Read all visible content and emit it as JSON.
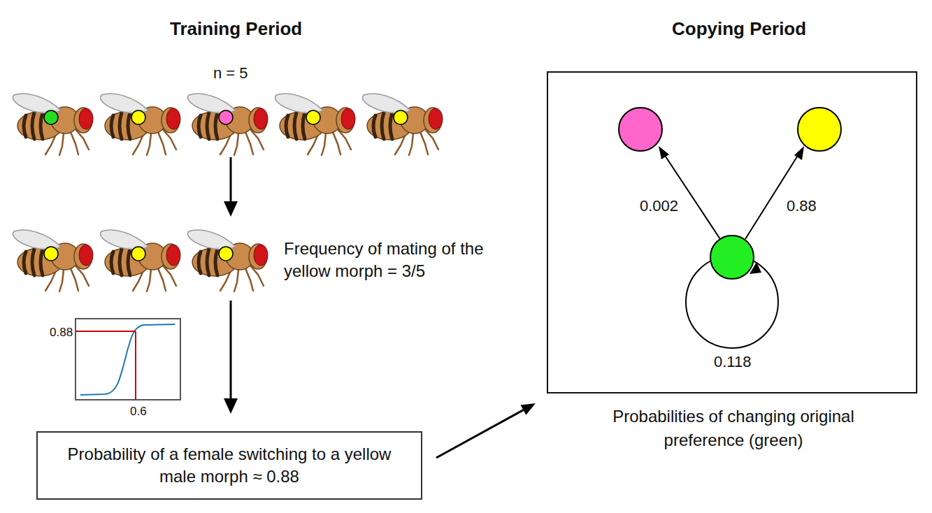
{
  "diagram": {
    "nodes": [
      {
        "text": [
          "Probability of a female switching to a yellow male morph ≈ 0.88"
        ]
      },
      {
        "text": [
          "Probabilities of changing original preference (green)"
        ]
      }
    ],
    "edges": [
      {
        "from": 0,
        "to": 1,
        "arrow": "to"
      }
    ],
    "labels": [
      "Training Period",
      "Copying Period",
      "n = 5",
      "Frequency of mating of the yellow morph = 3/5",
      "0.88",
      "0.6",
      "0.002",
      "0.88",
      "0.118"
    ]
  }
}
